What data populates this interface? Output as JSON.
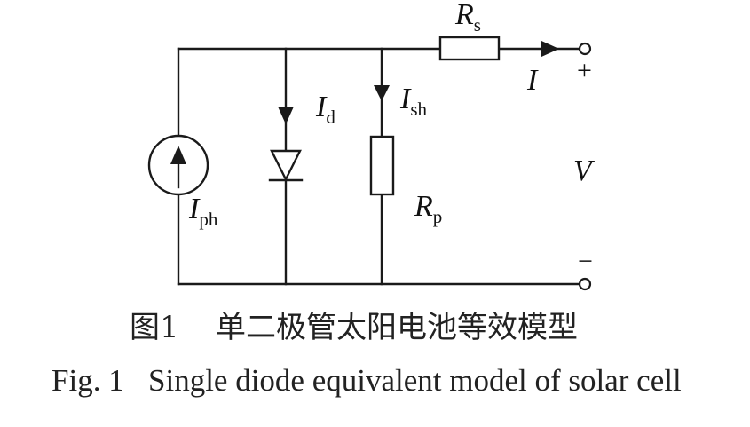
{
  "figure": {
    "caption_cn_label": "图1",
    "caption_cn_text": "单二极管太阳电池等效模型",
    "caption_en_label": "Fig. 1",
    "caption_en_text": "Single diode equivalent model of solar cell"
  },
  "labels": {
    "rs_main": "R",
    "rs_sub": "s",
    "i_out_main": "I",
    "plus": "+",
    "minus": "−",
    "id_main": "I",
    "id_sub": "d",
    "ish_main": "I",
    "ish_sub": "sh",
    "v_main": "V",
    "iph_main": "I",
    "iph_sub": "ph",
    "rp_main": "R",
    "rp_sub": "p"
  }
}
